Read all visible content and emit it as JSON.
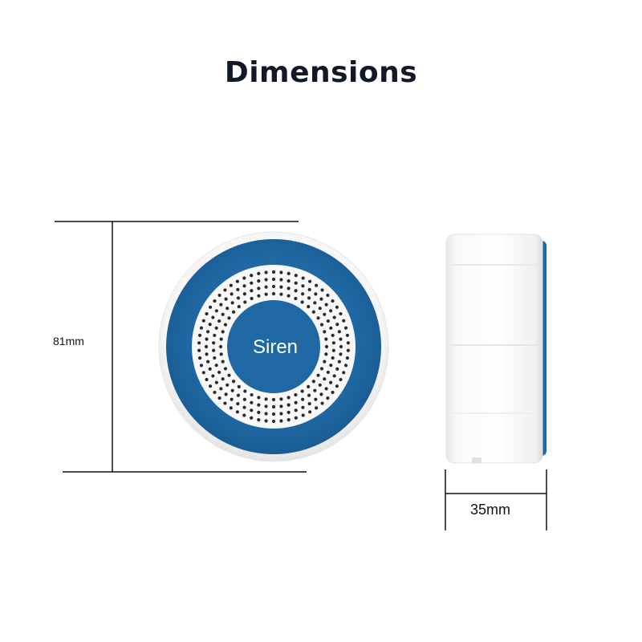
{
  "title": "Dimensions",
  "front": {
    "label": "Siren"
  },
  "dimensions": {
    "height": "81mm",
    "depth": "35mm"
  },
  "colors": {
    "ring_blue": "#1f68a3",
    "body_white": "#f7f7f7",
    "grille_dot": "#2a2a2a",
    "line": "#111111",
    "title": "#111827"
  }
}
